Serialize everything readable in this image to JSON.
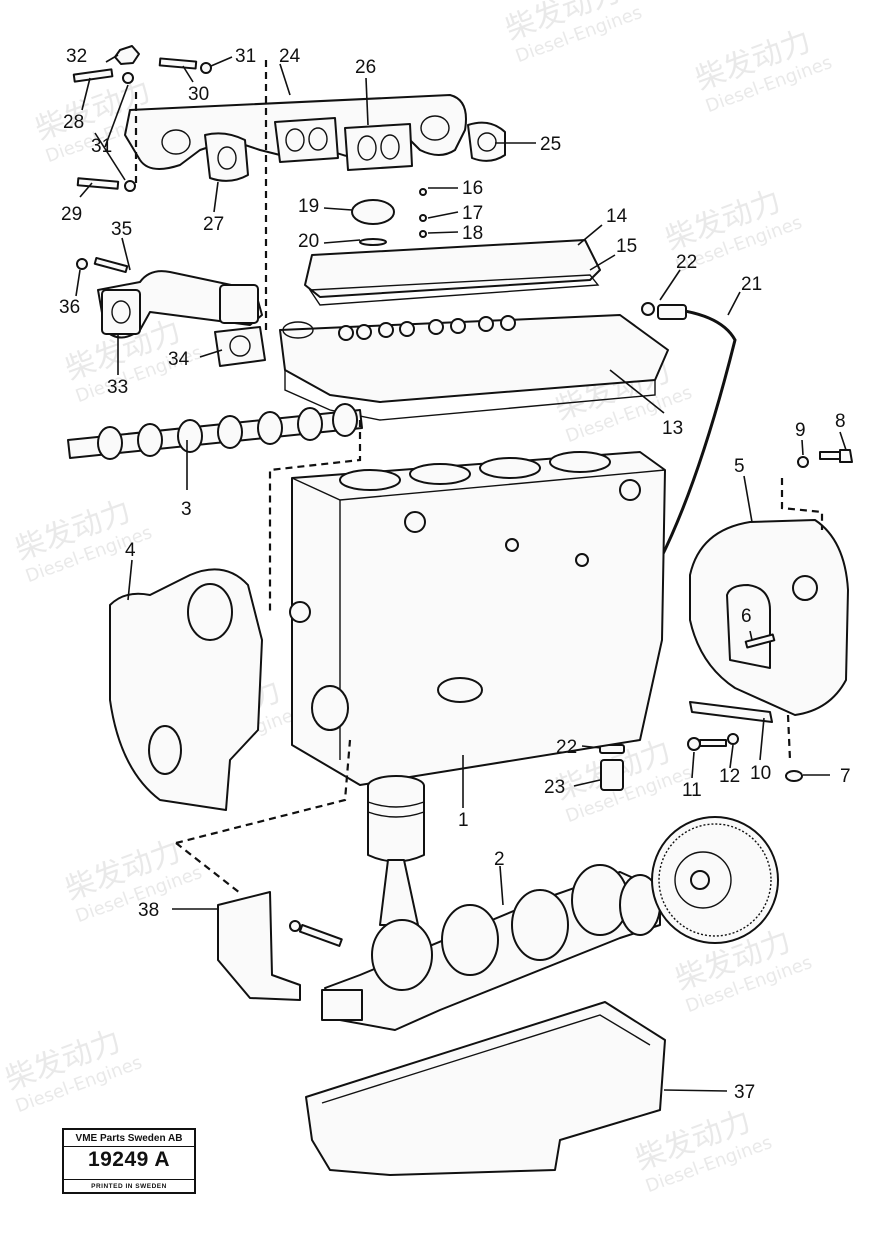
{
  "watermark": {
    "brand_cn": "柴发动力",
    "brand_en": "Diesel-Engines"
  },
  "stamp": {
    "company": "VME Parts Sweden AB",
    "number": "19249 A",
    "printed": "PRINTED IN SWEDEN"
  },
  "callouts": {
    "c1": "1",
    "c2": "2",
    "c3": "3",
    "c4": "4",
    "c5": "5",
    "c6": "6",
    "c7": "7",
    "c8": "8",
    "c9": "9",
    "c10": "10",
    "c11": "11",
    "c12": "12",
    "c13": "13",
    "c14": "14",
    "c15": "15",
    "c16": "16",
    "c17": "17",
    "c18": "18",
    "c19": "19",
    "c20": "20",
    "c21": "21",
    "c22a": "22",
    "c22b": "22",
    "c23": "23",
    "c24": "24",
    "c25": "25",
    "c26": "26",
    "c27": "27",
    "c28": "28",
    "c29": "29",
    "c30": "30",
    "c31a": "31",
    "c31b": "31",
    "c32": "32",
    "c33": "33",
    "c34": "34",
    "c35": "35",
    "c36": "36",
    "c37": "37",
    "c38": "38"
  }
}
